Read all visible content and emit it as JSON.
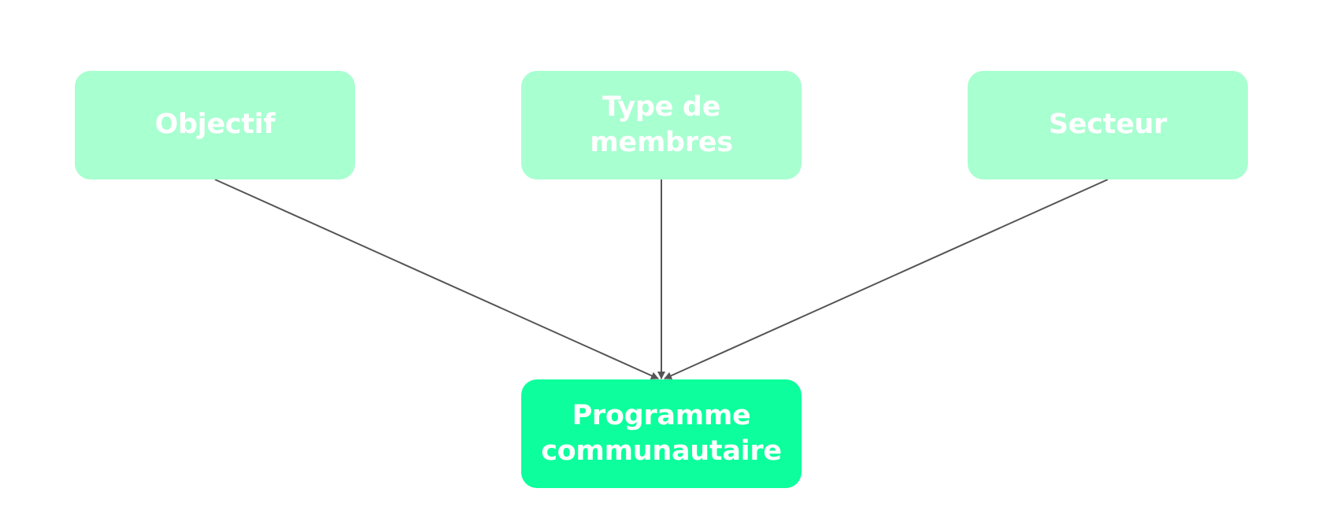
{
  "colors": {
    "source_node": "#a8ffd0",
    "target_node": "#0cff9c",
    "node_text": "#ffffff",
    "connector": "#555555",
    "background": "#ffffff"
  },
  "nodes": {
    "objectif": {
      "label": "Objectif"
    },
    "type_de_membres": {
      "label": "Type de membres"
    },
    "secteur": {
      "label": "Secteur"
    },
    "programme": {
      "label": "Programme communautaire"
    }
  },
  "edges": [
    {
      "from": "objectif",
      "to": "programme"
    },
    {
      "from": "type_de_membres",
      "to": "programme"
    },
    {
      "from": "secteur",
      "to": "programme"
    }
  ]
}
